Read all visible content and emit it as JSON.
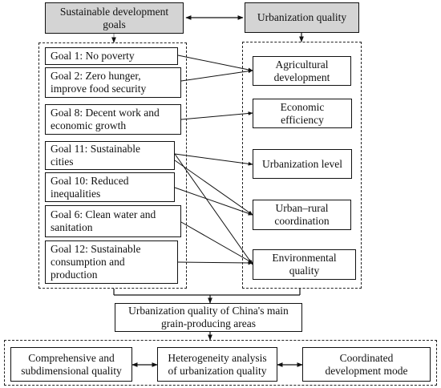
{
  "top": {
    "sdg_header": "Sustainable development\ngoals",
    "uq_header": "Urbanization quality"
  },
  "goals": [
    "Goal 1: No poverty",
    "Goal 2: Zero hunger,\nimprove food security",
    "Goal 8: Decent work and\neconomic growth",
    "Goal 11: Sustainable\ncities",
    "Goal 10: Reduced\ninequalities",
    "Goal 6: Clean water and\nsanitation",
    "Goal 12: Sustainable\nconsumption and\nproduction"
  ],
  "dimensions": [
    "Agricultural\ndevelopment",
    "Economic\nefficiency",
    "Urbanization level",
    "Urban–rural\ncoordination",
    "Environmental\nquality"
  ],
  "center": "Urbanization quality of China's main\ngrain-producing areas",
  "bottom": [
    "Comprehensive and\nsubdimensional quality",
    "Heterogeneity analysis\nof urbanization quality",
    "Coordinated\ndevelopment mode"
  ]
}
